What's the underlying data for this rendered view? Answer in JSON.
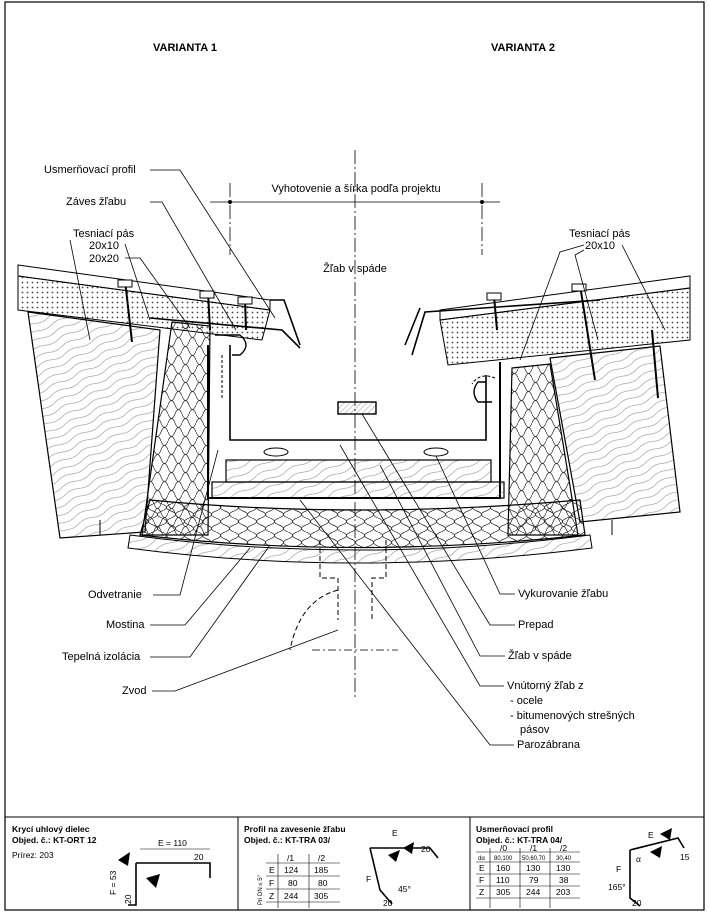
{
  "variants": {
    "left": "VARIANTA 1",
    "right": "VARIANTA 2"
  },
  "labels": {
    "usmernovaci_profil": "Usmerňovací profil",
    "zaves_zlabu": "Záves žľabu",
    "tesniaci_pas_left": "Tesniací pás",
    "dim_20x10_left": "20x10",
    "dim_20x20_left": "20x20",
    "vyhotovenie": "Vyhotovenie a šírka podľa projektu",
    "zlab_v_spade_center": "Žľab v spáde",
    "tesniaci_pas_right": "Tesniací pás",
    "dim_20x10_right": "20x10",
    "odvetranie": "Odvetranie",
    "mostina": "Mostina",
    "tepelna_izolacia": "Tepelná izolácia",
    "zvod": "Zvod",
    "vykurovanie_zlabu": "Vykurovanie žľabu",
    "prepad": "Prepad",
    "zlab_v_spade_right": "Žľab v spáde",
    "vnutorny_zlab": "Vnútorný žľab z",
    "ocele": "- ocele",
    "bitumen_1": "- bitumenových strešných",
    "bitumen_2": "pásov",
    "parozabrana": "Parozábrana"
  },
  "panel1": {
    "title": "Krycí uhlový dielec",
    "objed": "Objed. č.: KT-ORT 12",
    "prirez": "Prírez: 203",
    "dim_e": "E = 110",
    "dim_20_top": "20",
    "dim_f": "F = 53",
    "dim_20_bottom": "20"
  },
  "panel2": {
    "title": "Profil na zavesenie žľabu",
    "objed": "Objed. č.: KT-TRA 03/",
    "side": "Pri DN ≤ 5°",
    "headers": [
      "",
      "/1",
      "/2"
    ],
    "rows": [
      [
        "E",
        "124",
        "185"
      ],
      [
        "F",
        "80",
        "80"
      ],
      [
        "Z",
        "244",
        "305"
      ]
    ],
    "dim_e": "E",
    "dim_f": "F",
    "dim_20a": "20",
    "dim_20b": "20",
    "angle": "45°"
  },
  "panel3": {
    "title": "Usmerňovací profil",
    "objed": "Objed. č.: KT-TRA 04/",
    "headers": [
      "",
      "/0",
      "/1",
      "/2"
    ],
    "subhead": [
      "dα",
      "80,100",
      "50,60,70",
      "30,40"
    ],
    "rows": [
      [
        "E",
        "160",
        "130",
        "130"
      ],
      [
        "F",
        "110",
        "79",
        "38"
      ],
      [
        "Z",
        "305",
        "244",
        "203"
      ]
    ],
    "dim_e": "E",
    "dim_f": "F",
    "dim_15": "15",
    "dim_20": "20",
    "angle": "165°",
    "alpha": "α"
  }
}
